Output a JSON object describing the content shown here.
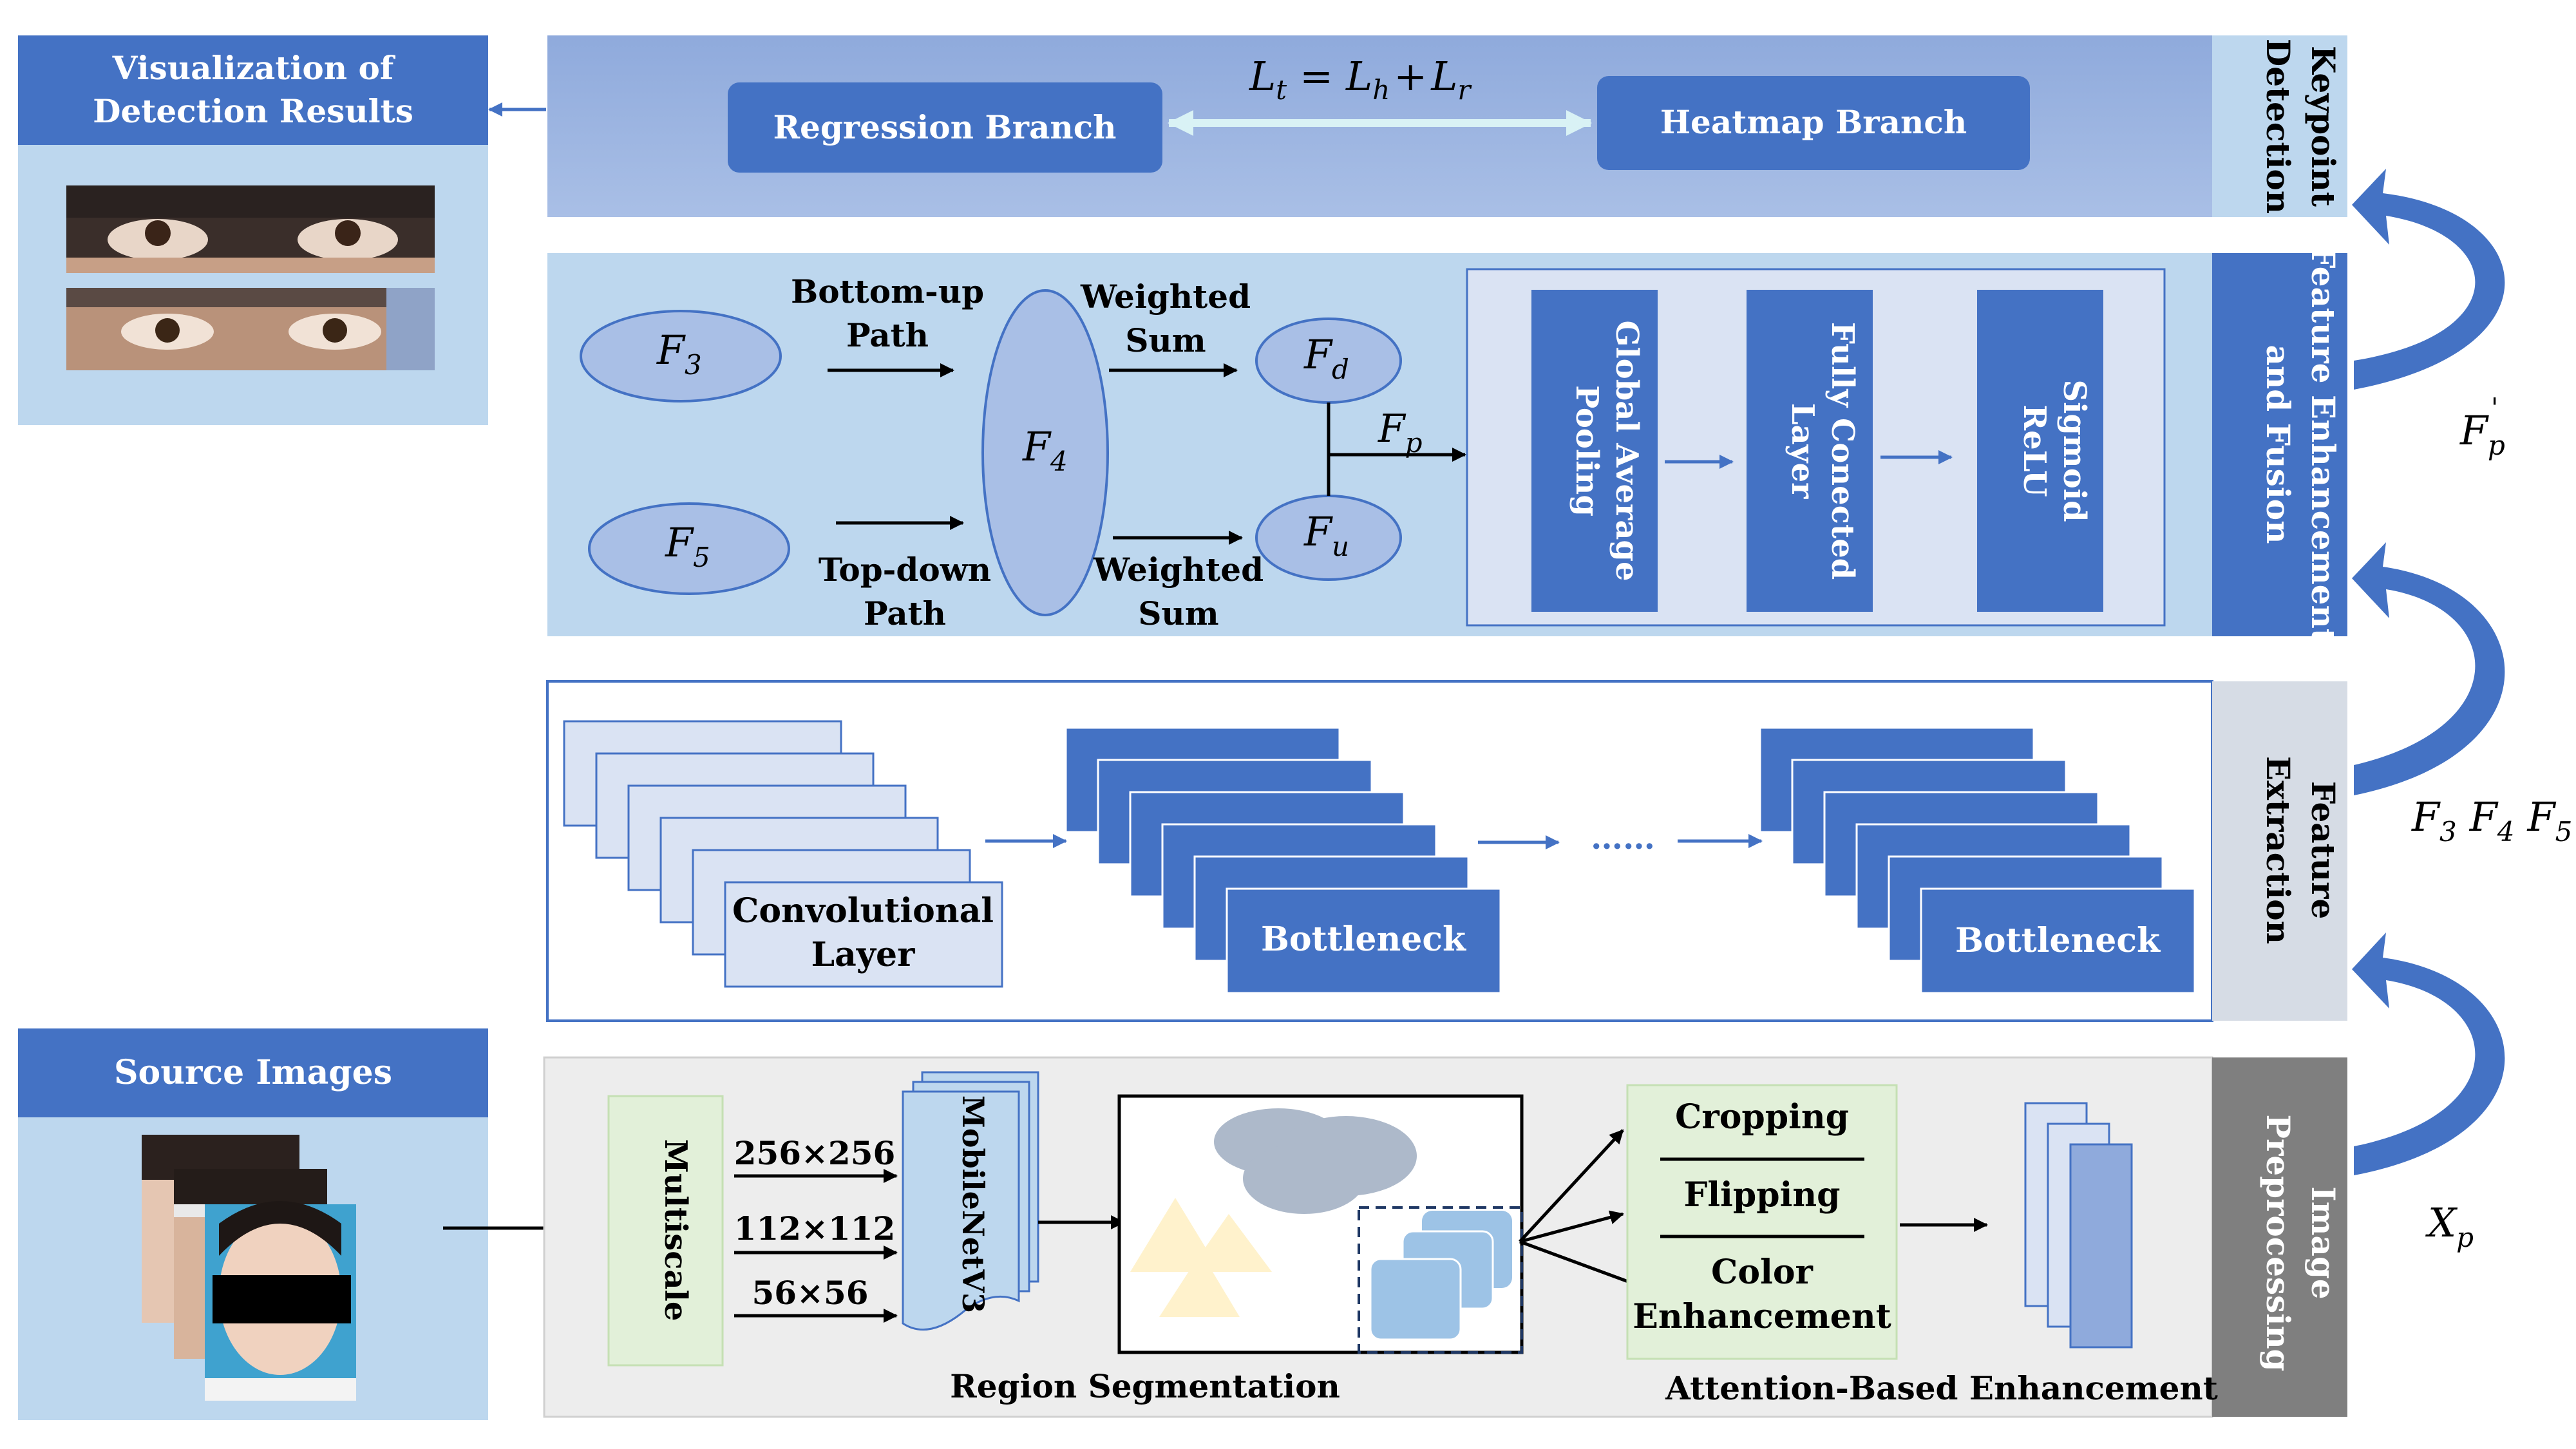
{
  "vis": {
    "title_line1": "Visualization of",
    "title_line2": "Detection Results"
  },
  "source": {
    "title": "Source Images"
  },
  "keypoint": {
    "panel_label_line1": "Keypoint",
    "panel_label_line2": "Detection",
    "regression_branch": "Regression Branch",
    "heatmap_branch": "Heatmap Branch",
    "loss_lhs": "L",
    "loss_lhs_sub": "t",
    "loss_eq": "=",
    "loss_h": "L",
    "loss_h_sub": "h",
    "loss_plus": "+",
    "loss_r": "L",
    "loss_r_sub": "r"
  },
  "fusion": {
    "panel_label_line1": "Feature Enhancement",
    "panel_label_line2": "and Fusion",
    "f3": "F",
    "f3_sub": "3",
    "f5": "F",
    "f5_sub": "5",
    "f4": "F",
    "f4_sub": "4",
    "fd": "F",
    "fd_sub": "d",
    "fu": "F",
    "fu_sub": "u",
    "fp": "F",
    "fp_sub": "p",
    "bottom_up_line1": "Bottom-up",
    "bottom_up_line2": "Path",
    "top_down_line1": "Top-down",
    "top_down_line2": "Path",
    "weighted_top_line1": "Weighted",
    "weighted_top_line2": "Sum",
    "weighted_bottom_line1": "Weighted",
    "weighted_bottom_line2": "Sum",
    "gap_line1": "Global Average",
    "gap_line2": "Pooling",
    "fc_line1": "Fully Conected",
    "fc_line2": "Layer",
    "act_line1": "Sigmoid",
    "act_line2": "ReLU"
  },
  "extraction": {
    "panel_label_line1": "Feature",
    "panel_label_line2": "Extraction",
    "conv_line1": "Convolutional",
    "conv_line2": "Layer",
    "bottleneck1": "Bottleneck",
    "bottleneck2": "Bottleneck",
    "dots": "……"
  },
  "preprocess": {
    "panel_label_line1": "Image",
    "panel_label_line2": "Preprocessing",
    "multiscale": "Multiscale",
    "scale1": "256×256",
    "scale2": "112×112",
    "scale3": "56×56",
    "mobilenet": "MobileNetV3",
    "region_seg": "Region Segmentation",
    "cropping": "Cropping",
    "flipping": "Flipping",
    "color_line1": "Color",
    "color_line2": "Enhancement",
    "attention": "Attention-Based Enhancement"
  },
  "side_labels": {
    "fp_prime": "F",
    "fp_prime_sub": "p",
    "fp_prime_sup": "'",
    "f3": "F",
    "f3_sub": "3",
    "f4": "F",
    "f4_sub": "4",
    "f5": "F",
    "f5_sub": "5",
    "xp": "X",
    "xp_sub": "p"
  },
  "colors": {
    "dark_blue": "#4472c4",
    "mid_blue": "#8faadc",
    "light_blue": "#bdd7ee",
    "pale_blue": "#dae3f3",
    "panel_gray": "#ededed",
    "label_gray": "#7f7f7f",
    "label_light": "#d6dce5",
    "green": "#e2f0d9",
    "sand": "#fff2cc"
  }
}
